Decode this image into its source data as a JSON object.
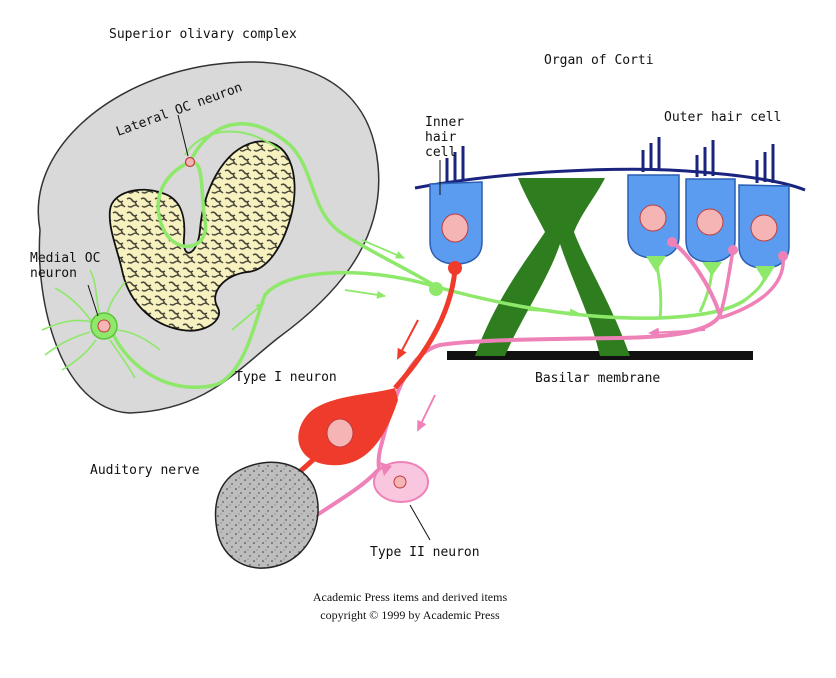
{
  "labels": {
    "superior_olivary_complex": "Superior olivary complex",
    "organ_of_corti": "Organ of Corti",
    "lateral_oc_neuron": "Lateral OC neuron",
    "medial_oc_neuron_line1": "Medial OC",
    "medial_oc_neuron_line2": "neuron",
    "inner_hair_cell_line1": "Inner",
    "inner_hair_cell_line2": "hair",
    "inner_hair_cell_line3": "cell",
    "outer_hair_cell": "Outer hair cell",
    "basilar_membrane": "Basilar membrane",
    "type_i_neuron": "Type I neuron",
    "type_ii_neuron": "Type II neuron",
    "auditory_nerve": "Auditory nerve"
  },
  "credit": {
    "line1": "Academic Press items and derived items",
    "line2": "copyright © 1999 by Academic Press"
  },
  "colors": {
    "olivary_fill": "#d9d9d9",
    "nucleus_fill": "#f7f0bf",
    "efferent_green": "#8ee86a",
    "corti_green": "#2e7d1f",
    "hair_cell_blue": "#5b9cf0",
    "membrane_navy": "#1a237e",
    "type_i_red": "#ef3b2c",
    "type_ii_pink": "#ee82b8",
    "nucleus_pink": "#f5b5b5"
  }
}
